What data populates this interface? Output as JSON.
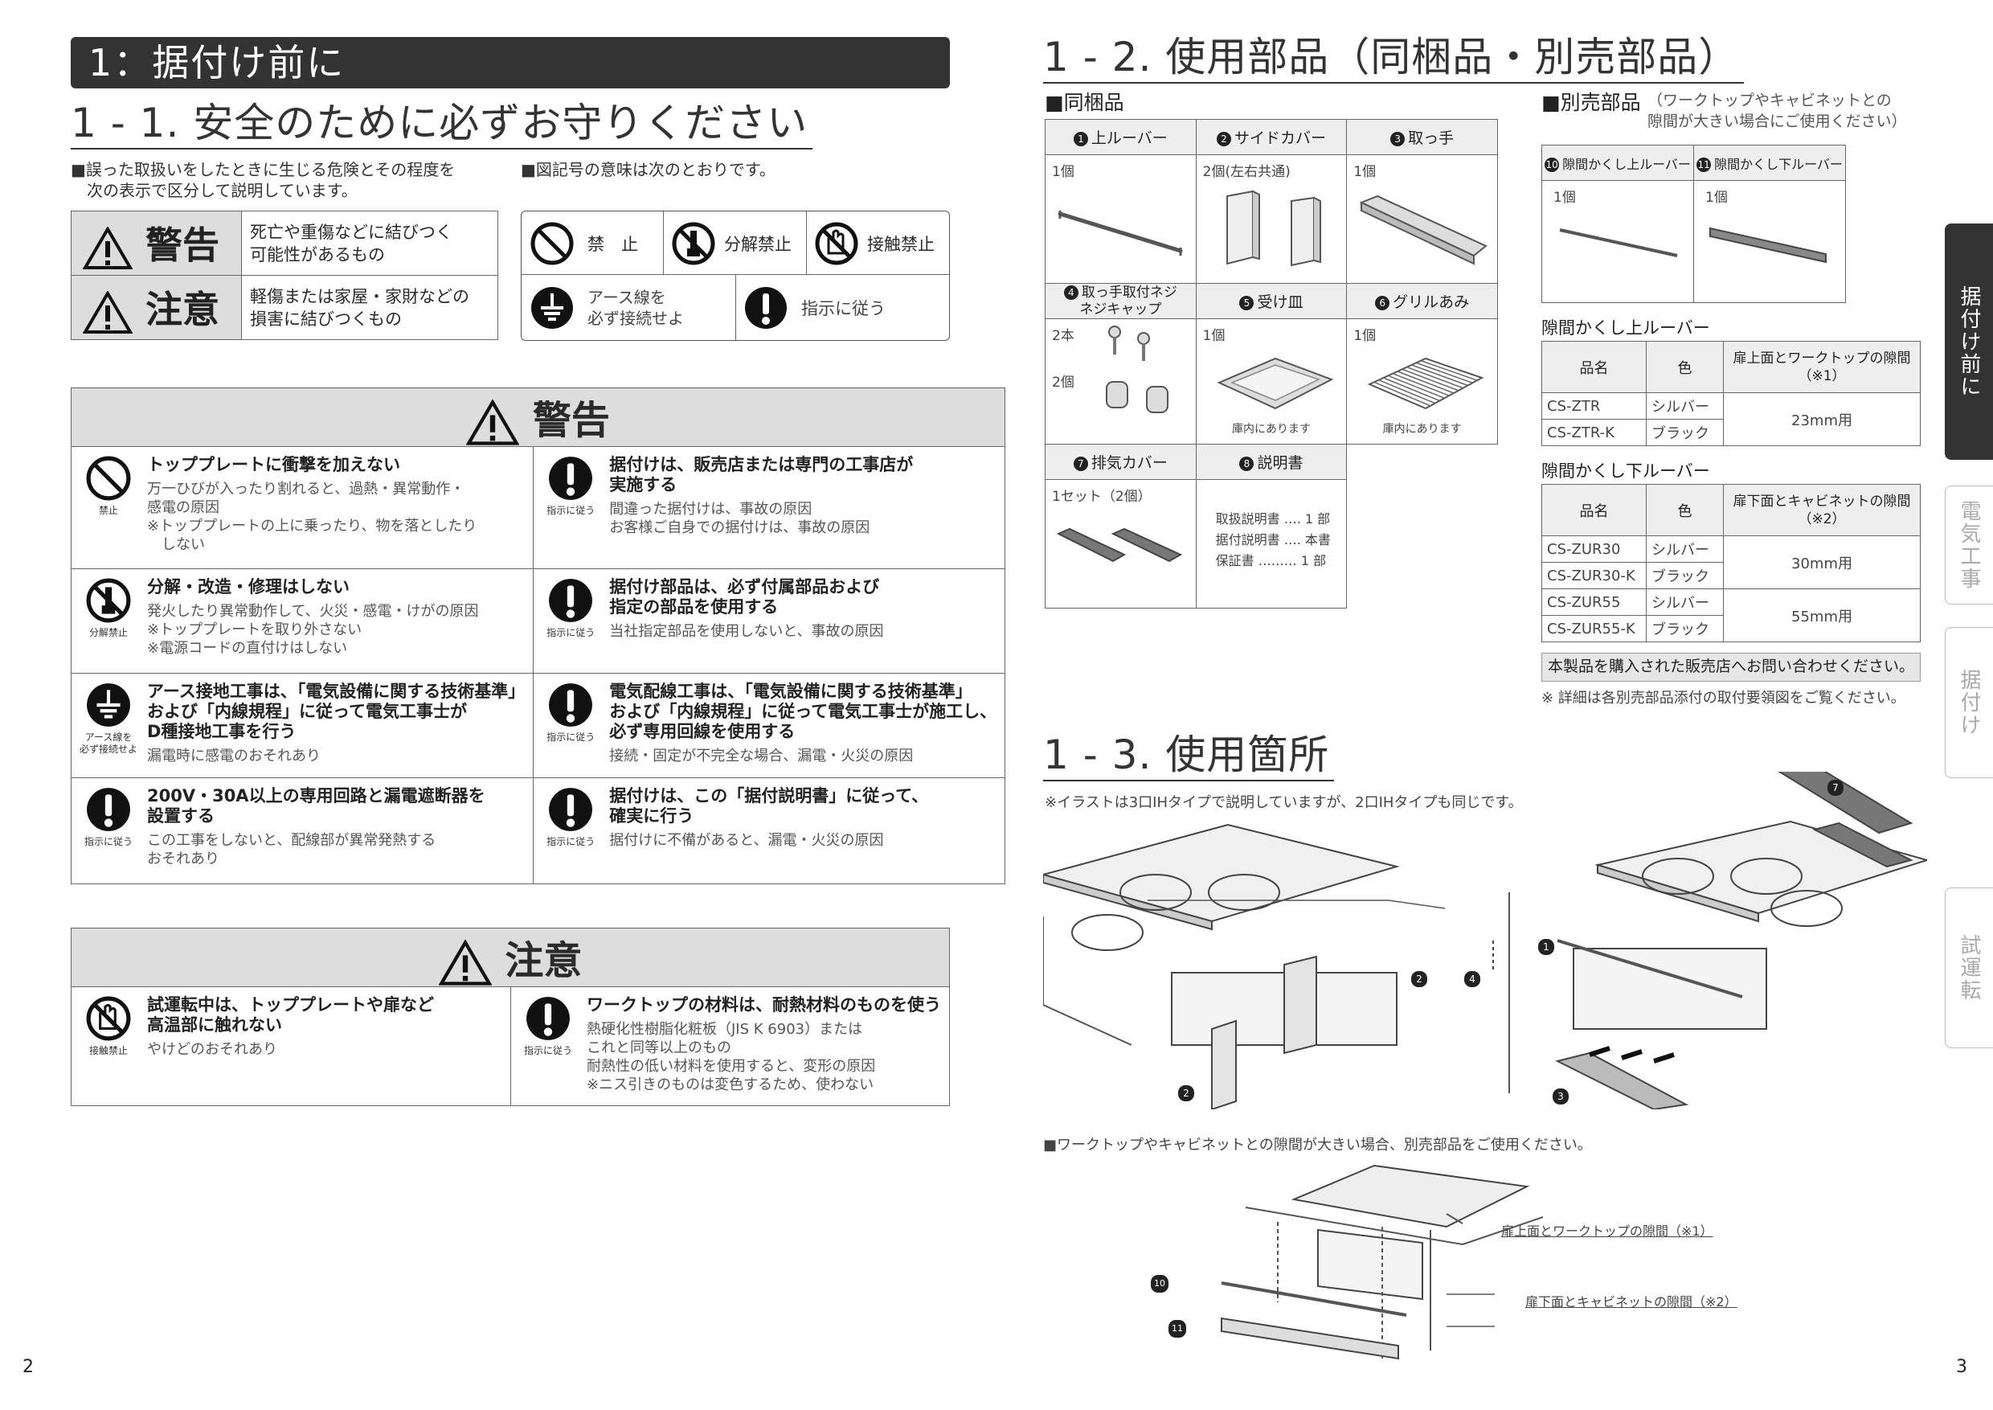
{
  "left": {
    "page_number": "2",
    "chapter_title": "1：据付け前に",
    "section_title": "1 - 1. 安全のために必ずお守りください",
    "intro_left": "■誤った取扱いをしたときに生じる危険とその程度を\n　次の表示で区分して説明しています。",
    "intro_right": "■図記号の意味は次のとおりです。",
    "signal_legend": [
      {
        "label": "警告",
        "text": "死亡や重傷などに結びつく\n可能性があるもの"
      },
      {
        "label": "注意",
        "text": "軽傷または家屋・家財などの\n損害に結びつくもの"
      }
    ],
    "symbol_legend": {
      "prohibit": "禁　止",
      "disassembly": "分解禁止",
      "no_touch": "接触禁止",
      "ground": "アース線を\n必ず接続せよ",
      "instruction": "指示に従う"
    },
    "warning": {
      "header": "警告",
      "items": [
        {
          "icon_caption": "禁止",
          "title": "トッププレートに衝撃を加えない",
          "body": "万一ひびが入ったり割れると、過熱・異常動作・\n感電の原因\n※トッププレートの上に乗ったり、物を落としたり\n　しない"
        },
        {
          "icon_caption": "指示に従う",
          "title": "据付けは、販売店または専門の工事店が\n実施する",
          "body": "間違った据付けは、事故の原因\nお客様ご自身での据付けは、事故の原因"
        },
        {
          "icon_caption": "分解禁止",
          "title": "分解・改造・修理はしない",
          "body": "発火したり異常動作して、火災・感電・けがの原因\n※トッププレートを取り外さない\n※電源コードの直付けはしない"
        },
        {
          "icon_caption": "指示に従う",
          "title": "据付け部品は、必ず付属部品および\n指定の部品を使用する",
          "body": "当社指定部品を使用しないと、事故の原因"
        },
        {
          "icon_caption": "アース線を\n必ず接続せよ",
          "title": "アース接地工事は、「電気設備に関する技術基準」\nおよび「内線規程」に従って電気工事士が\nD種接地工事を行う",
          "body": "漏電時に感電のおそれあり"
        },
        {
          "icon_caption": "指示に従う",
          "title": "電気配線工事は、「電気設備に関する技術基準」\nおよび「内線規程」に従って電気工事士が施工し、\n必ず専用回線を使用する",
          "body": "接続・固定が不完全な場合、漏電・火災の原因"
        },
        {
          "icon_caption": "指示に従う",
          "title": "200V・30A以上の専用回路と漏電遮断器を\n設置する",
          "body": "この工事をしないと、配線部が異常発熱する\nおそれあり"
        },
        {
          "icon_caption": "指示に従う",
          "title": "据付けは、この「据付説明書」に従って、\n確実に行う",
          "body": "据付けに不備があると、漏電・火災の原因"
        }
      ]
    },
    "caution": {
      "header": "注意",
      "items": [
        {
          "icon_caption": "接触禁止",
          "title": "試運転中は、トッププレートや扉など\n高温部に触れない",
          "body": "やけどのおそれあり"
        },
        {
          "icon_caption": "指示に従う",
          "title": "ワークトップの材料は、耐熱材料のものを使う",
          "body": "熱硬化性樹脂化粧板（JIS K 6903）または\nこれと同等以上のもの\n耐熱性の低い材料を使用すると、変形の原因\n※ニス引きのものは変色するため、使わない"
        }
      ]
    }
  },
  "right": {
    "page_number": "3",
    "section_title_parts": "1 - 2. 使用部品（同梱品・別売部品）",
    "included_heading": "■同梱品",
    "included_parts": [
      {
        "no": "1",
        "name": "上ルーバー",
        "qty": "1個"
      },
      {
        "no": "2",
        "name": "サイドカバー",
        "qty": "2個(左右共通)"
      },
      {
        "no": "3",
        "name": "取っ手",
        "qty": "1個"
      },
      {
        "no": "4",
        "name": "取っ手取付ネジ\nネジキャップ",
        "qty": "2本",
        "qty2": "2個"
      },
      {
        "no": "5",
        "name": "受け皿",
        "qty": "1個",
        "note": "庫内にあります"
      },
      {
        "no": "6",
        "name": "グリルあみ",
        "qty": "1個",
        "note": "庫内にあります"
      },
      {
        "no": "7",
        "name": "排気カバー",
        "qty": "1セット（2個）"
      },
      {
        "no": "8",
        "name": "説明書",
        "docs": [
          "取扱説明書 …. 1 部",
          "据付説明書 …. 本書",
          "保証書 ……… 1 部"
        ]
      }
    ],
    "optional_heading": "■別売部品",
    "optional_note": "（ワークトップやキャビネットとの\n隙間が大きい場合にご使用ください）",
    "optional_parts": [
      {
        "no": "10",
        "name": "隙間かくし上ルーバー",
        "qty": "1個"
      },
      {
        "no": "11",
        "name": "隙間かくし下ルーバー",
        "qty": "1個"
      }
    ],
    "upper_louver": {
      "title": "隙間かくし上ルーバー",
      "headers": [
        "品名",
        "色",
        "扉上面とワークトップの隙間\n（※1）"
      ],
      "rows": [
        [
          "CS-ZTR",
          "シルバー"
        ],
        [
          "CS-ZTR-K",
          "ブラック"
        ]
      ],
      "gap": "23mm用"
    },
    "lower_louver": {
      "title": "隙間かくし下ルーバー",
      "headers": [
        "品名",
        "色",
        "扉下面とキャビネットの隙間\n（※2）"
      ],
      "rows": [
        [
          "CS-ZUR30",
          "シルバー"
        ],
        [
          "CS-ZUR30-K",
          "ブラック"
        ],
        [
          "CS-ZUR55",
          "シルバー"
        ],
        [
          "CS-ZUR55-K",
          "ブラック"
        ]
      ],
      "gaps": [
        "30mm用",
        "55mm用"
      ]
    },
    "contact_box": "本製品を購入された販売店へお問い合わせください。",
    "detail_note": "※ 詳細は各別売部品添付の取付要領図をご覧ください。",
    "usage_title": "1 - 3. 使用箇所",
    "usage_note": "※イラストは3口IHタイプで説明していますが、2口IHタイプも同じです。",
    "optional_usage_note": "■ワークトップやキャビネットとの隙間が大きい場合、別売部品をご使用ください。",
    "gap_labels": [
      "扉上面とワークトップの隙間（※1）",
      "扉下面とキャビネットの隙間（※2）"
    ],
    "callouts": [
      "1",
      "2",
      "3",
      "4",
      "7",
      "10",
      "11"
    ],
    "side_tabs": [
      "据付け前に",
      "電気工事",
      "据付け",
      "試運転"
    ]
  }
}
